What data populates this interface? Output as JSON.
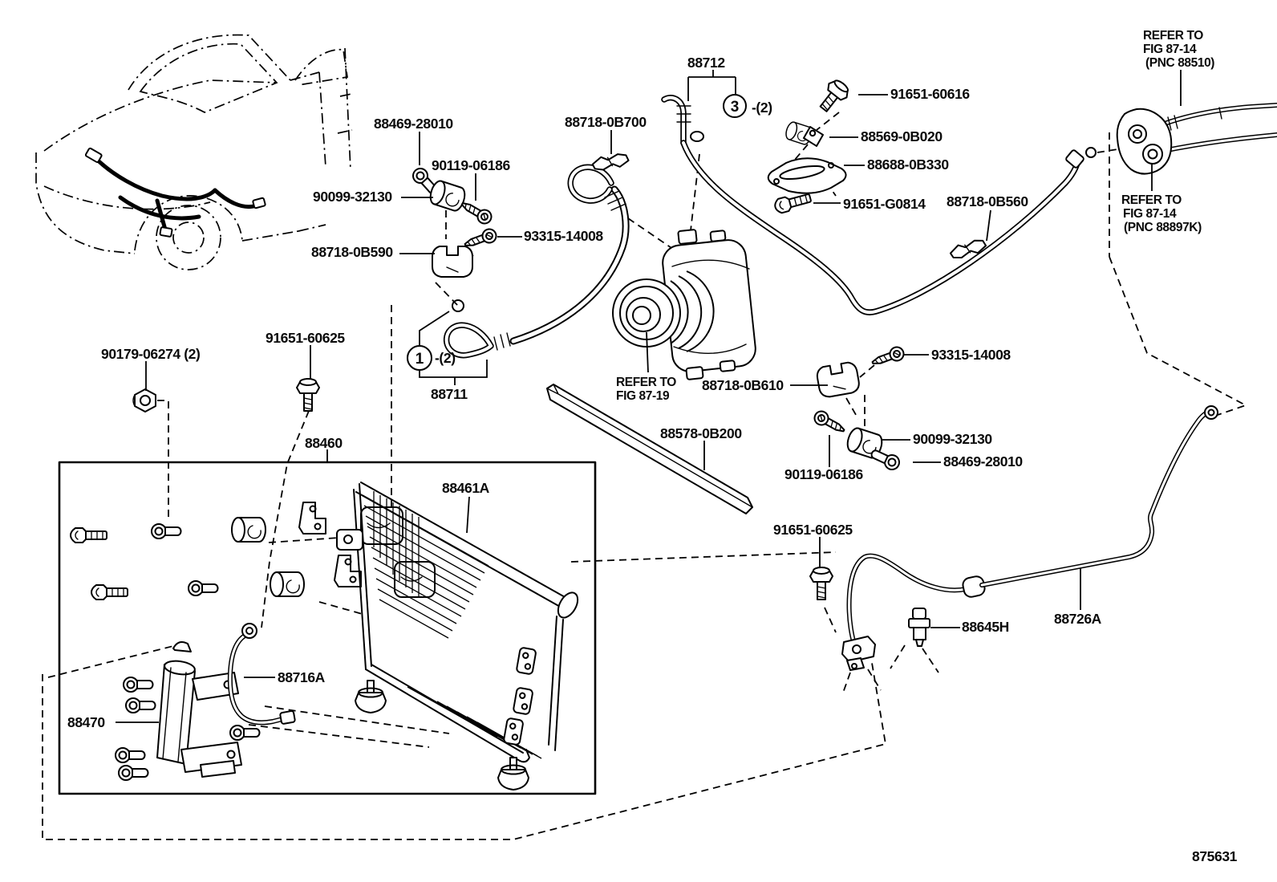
{
  "figure": {
    "figure_number": "875631",
    "type": "parts-diagram",
    "subject": "A/C cooler piping and condenser"
  },
  "labels": [
    "88469-28010",
    "90119-06186",
    "90099-32130",
    "93315-14008",
    "88718-0B590",
    "88718-0B700",
    "88712",
    "91651-60616",
    "88569-0B020",
    "88688-0B330",
    "91651-G0814",
    "88718-0B560",
    "88711",
    "93315-14008",
    "88718-0B610",
    "88578-0B200",
    "90099-32130",
    "88469-28010",
    "90119-06186",
    "90179-06274 (2)",
    "91651-60625",
    "88460",
    "88461A",
    "88716A",
    "88470",
    "91651-60625",
    "88645H",
    "88726A",
    "875631"
  ],
  "refer_notes": {
    "upper_right": [
      "REFER TO",
      "FIG 87-14",
      "(PNC 88510)"
    ],
    "mid_right": [
      "REFER TO",
      "FIG 87-14",
      "(PNC 88897K)"
    ],
    "compressor": [
      "REFER TO",
      "FIG 87-19"
    ]
  },
  "callouts": {
    "one": "1",
    "one_qty": "-(2)",
    "three": "3",
    "three_qty": "-(2)"
  }
}
